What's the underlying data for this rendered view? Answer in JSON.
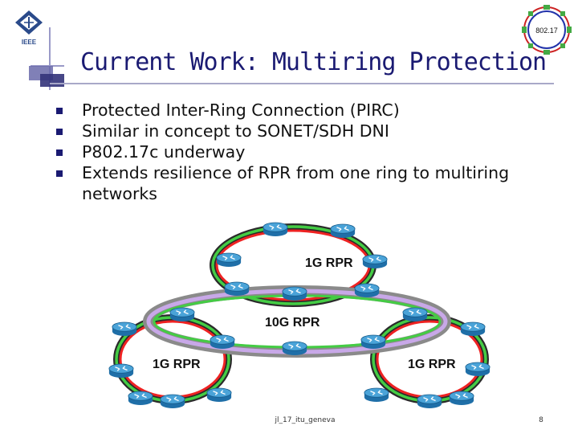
{
  "header": {
    "left_logo_label": "IEEE",
    "right_logo_label": "802.17"
  },
  "slide": {
    "title": "Current Work: Multiring Protection",
    "bullets": [
      "Protected Inter-Ring Connection (PIRC)",
      "Similar in concept to SONET/SDH DNI",
      "P802.17c underway",
      "Extends resilience of RPR from one ring to multiring networks"
    ]
  },
  "diagram": {
    "rings": [
      {
        "label": "1G RPR"
      },
      {
        "label": "10G RPR"
      },
      {
        "label": "1G RPR"
      },
      {
        "label": "1G RPR"
      }
    ]
  },
  "footer": {
    "text": "jl_17_itu_geneva",
    "page": "8"
  }
}
